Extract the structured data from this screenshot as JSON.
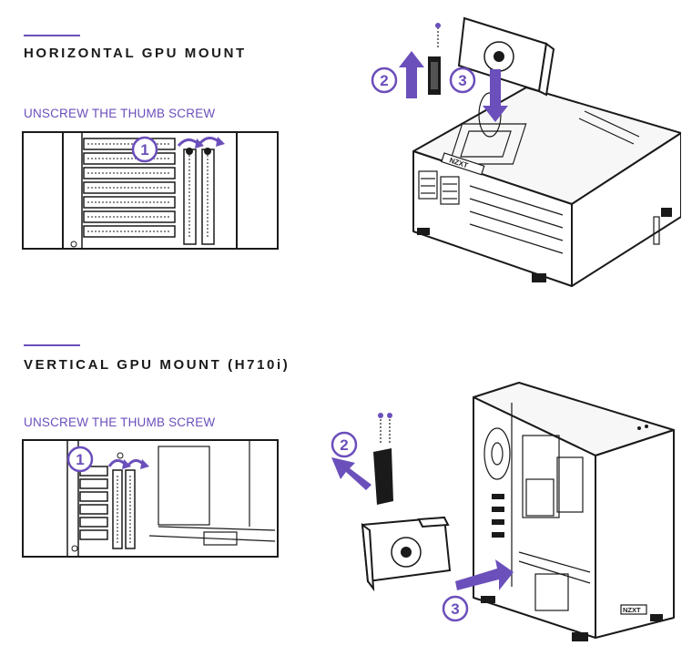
{
  "sections": [
    {
      "heading": "HORIZONTAL GPU MOUNT",
      "subheading": "UNSCREW THE THUMB SCREW",
      "steps": [
        "1",
        "2",
        "3"
      ]
    },
    {
      "heading": "VERTICAL GPU MOUNT (H710i)",
      "subheading": "UNSCREW THE THUMB SCREW",
      "steps": [
        "1",
        "2",
        "3"
      ]
    }
  ],
  "brand_mark": "NZXT",
  "colors": {
    "accent": "#6b4fbb",
    "line": "#1a1a1a",
    "background": "#ffffff"
  },
  "icons": [
    "step-number-badge",
    "direction-arrow",
    "thumb-screw",
    "slot-bracket",
    "graphics-card",
    "pc-case"
  ]
}
